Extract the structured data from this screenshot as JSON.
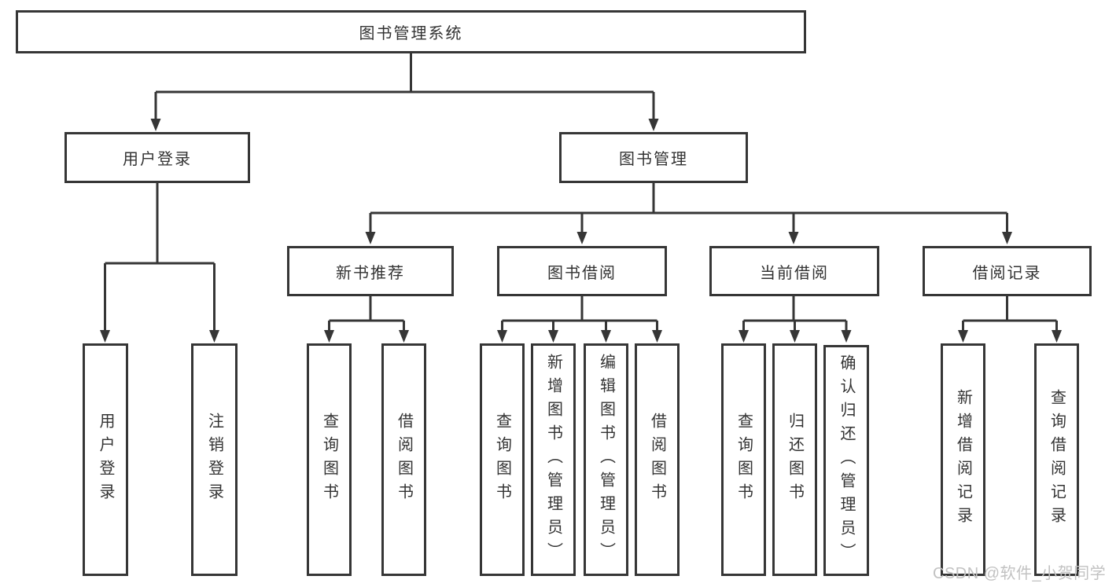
{
  "diagram_title": "图书管理系统",
  "watermark": "CSDN @软件_小贺同学",
  "colors": {
    "line": "#363636",
    "text": "#333333",
    "watermark_color": "#c2c2c2",
    "background": "#ffffff"
  },
  "tree": {
    "label": "图书管理系统",
    "children": [
      {
        "label": "用户登录",
        "children": [
          {
            "label": "用户登录"
          },
          {
            "label": "注销登录"
          }
        ]
      },
      {
        "label": "图书管理",
        "children": [
          {
            "label": "新书推荐",
            "children": [
              {
                "label": "查询图书"
              },
              {
                "label": "借阅图书"
              }
            ]
          },
          {
            "label": "图书借阅",
            "children": [
              {
                "label": "查询图书"
              },
              {
                "label": "新增图书（管理员）"
              },
              {
                "label": "编辑图书（管理员）"
              },
              {
                "label": "借阅图书"
              }
            ]
          },
          {
            "label": "当前借阅",
            "children": [
              {
                "label": "查询图书"
              },
              {
                "label": "归还图书"
              },
              {
                "label": "确认归还（管理员）"
              }
            ]
          },
          {
            "label": "借阅记录",
            "children": [
              {
                "label": "新增借阅记录"
              },
              {
                "label": "查询借阅记录"
              }
            ]
          }
        ]
      }
    ]
  }
}
